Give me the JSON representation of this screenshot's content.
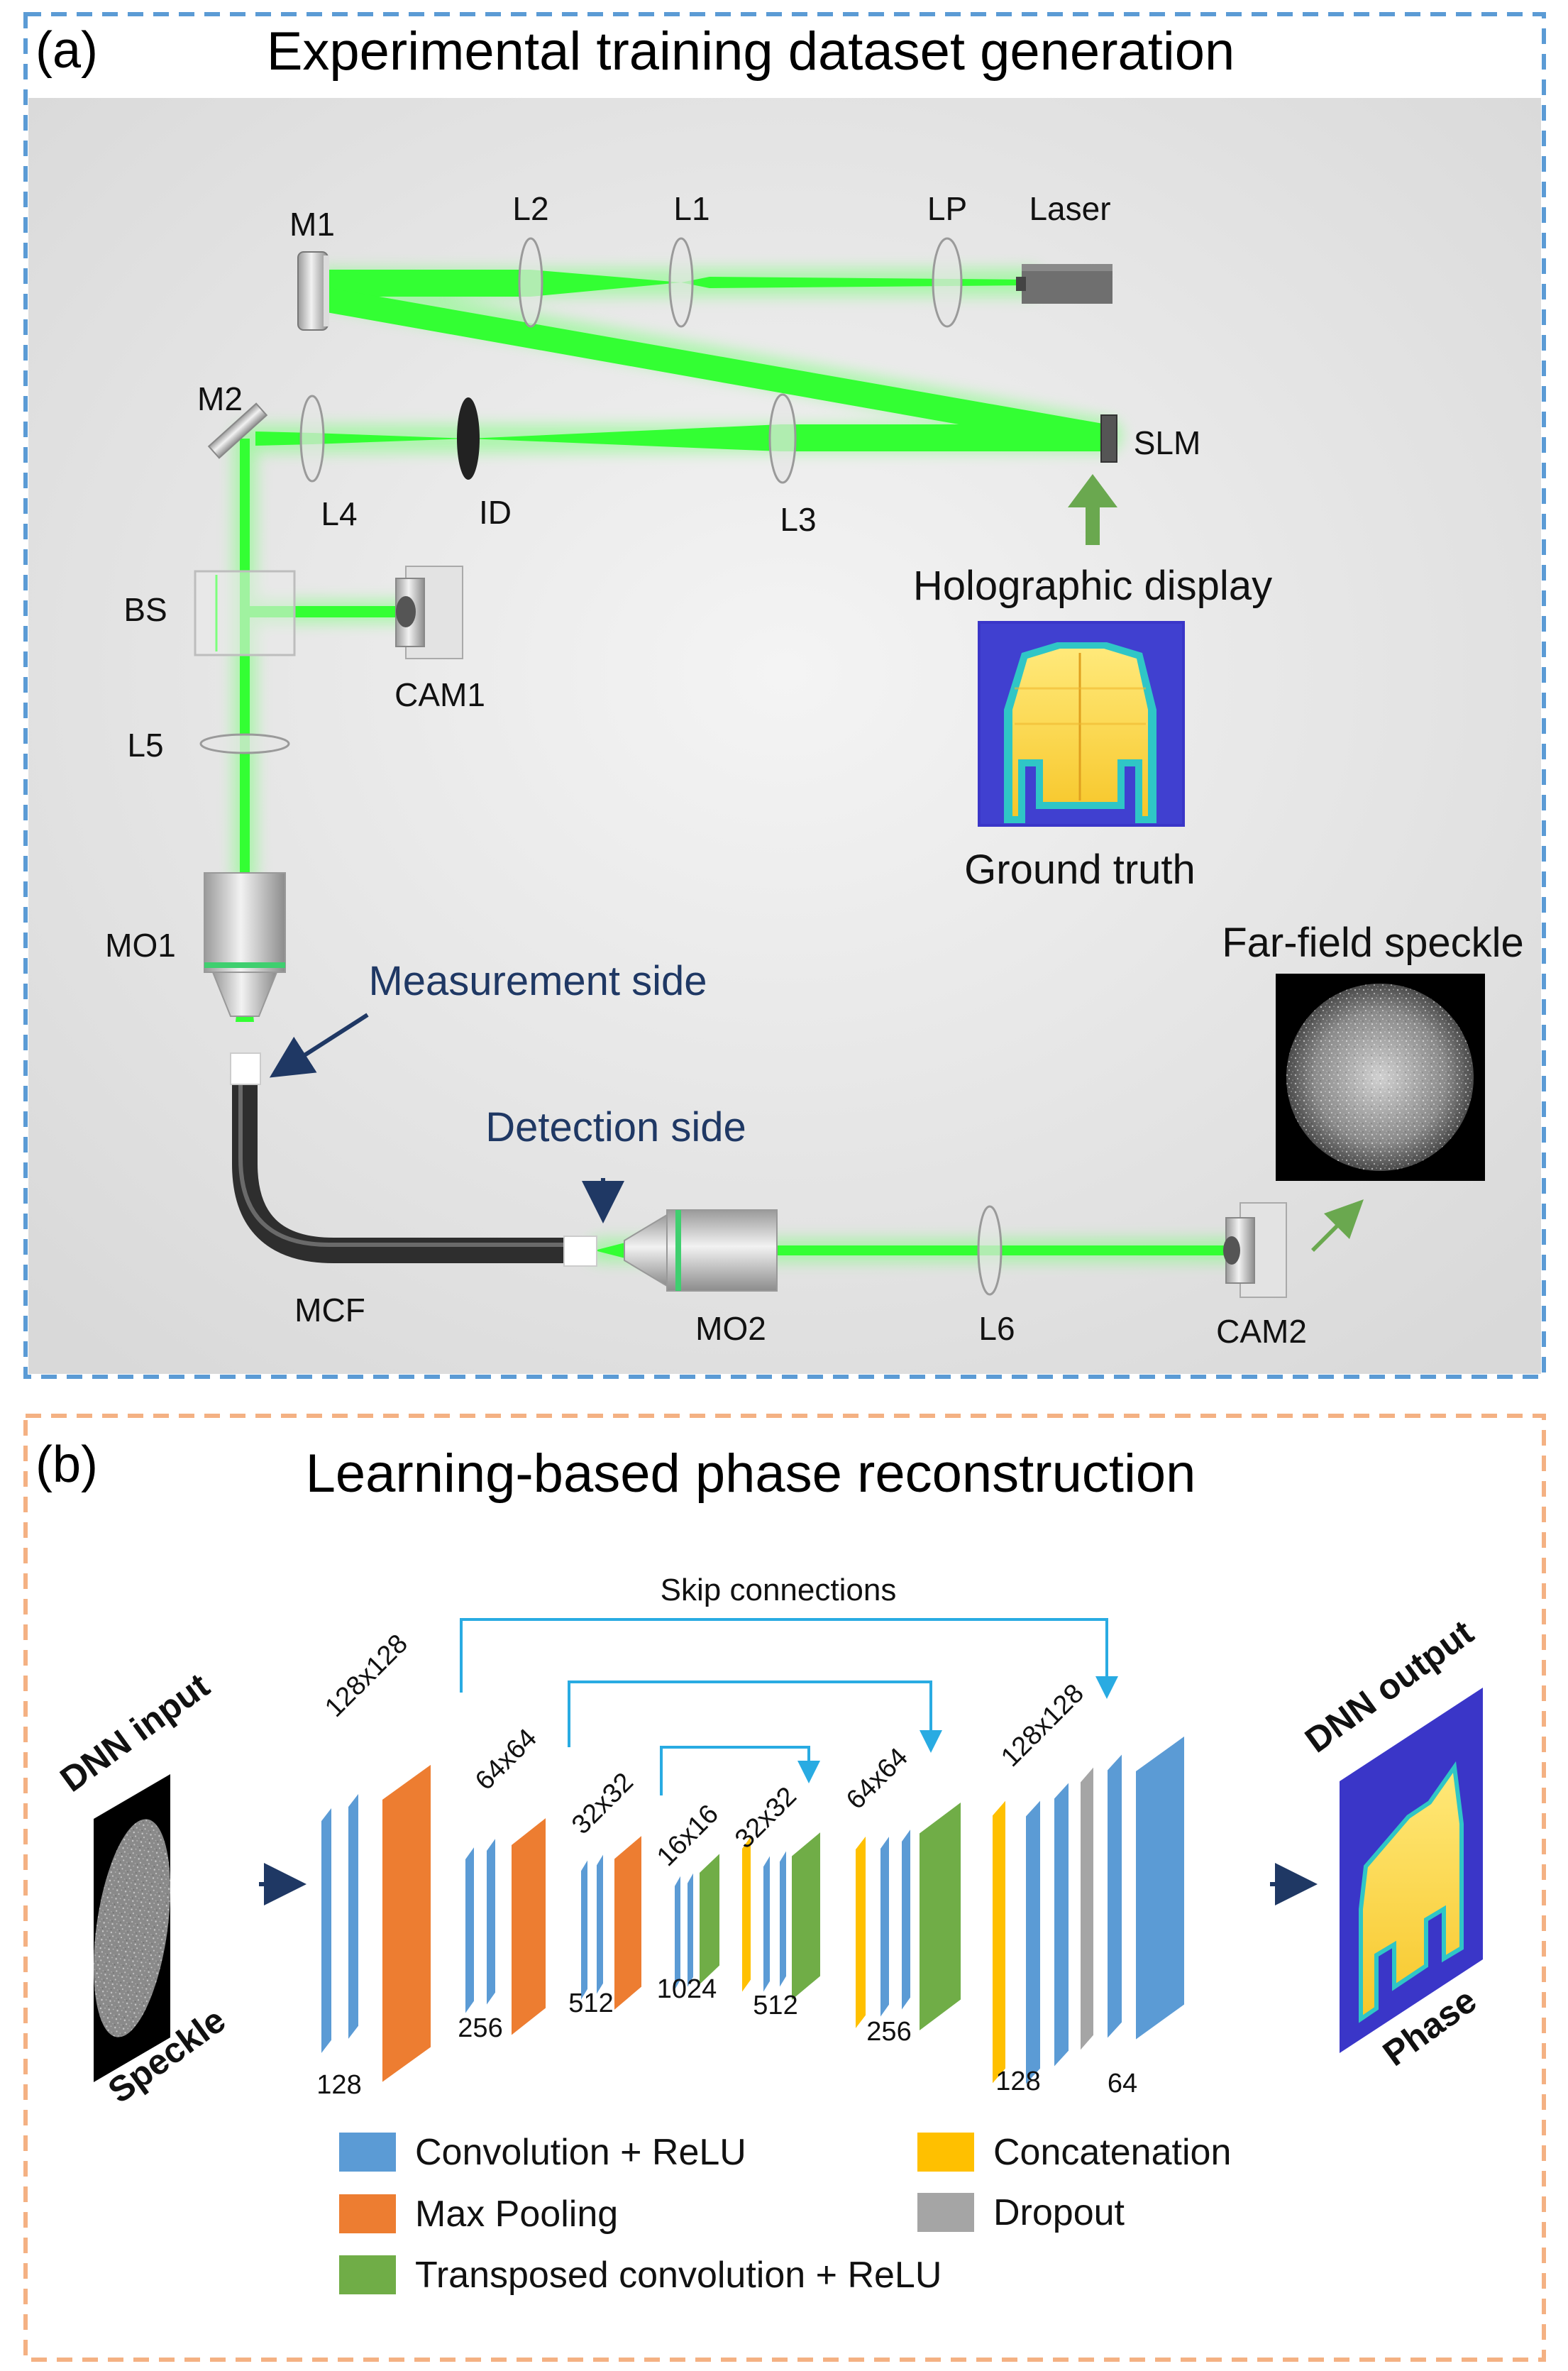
{
  "panel_a": {
    "label": "(a)",
    "title": "Experimental training dataset generation",
    "components": {
      "m1": "M1",
      "l2": "L2",
      "l1": "L1",
      "lp": "LP",
      "laser": "Laser",
      "m2": "M2",
      "l4": "L4",
      "id": "ID",
      "l3": "L3",
      "slm": "SLM",
      "bs": "BS",
      "cam1": "CAM1",
      "l5": "L5",
      "mo1": "MO1",
      "mcf": "MCF",
      "mo2": "MO2",
      "l6": "L6",
      "cam2": "CAM2"
    },
    "annotations": {
      "holographic_display": "Holographic display",
      "ground_truth": "Ground truth",
      "far_field_speckle": "Far-field speckle",
      "measurement_side": "Measurement side",
      "detection_side": "Detection side"
    },
    "colors": {
      "beam": "#33ff33",
      "border": "#5b9bd5",
      "annotation": "#1f3864",
      "arrow": "#6aa84f"
    }
  },
  "panel_b": {
    "label": "(b)",
    "title": "Learning-based phase reconstruction",
    "skip_label": "Skip connections",
    "input": {
      "top": "DNN input",
      "bottom": "Speckle"
    },
    "output": {
      "top": "DNN output",
      "bottom": "Phase"
    },
    "size_labels": [
      "128x128",
      "64x64",
      "32x32",
      "16x16",
      "32x32",
      "64x64",
      "128x128"
    ],
    "channel_labels": [
      "128",
      "256",
      "512",
      "1024",
      "512",
      "256",
      "128",
      "64"
    ],
    "legend": [
      {
        "label": "Convolution + ReLU",
        "color": "#5b9bd5"
      },
      {
        "label": "Max Pooling",
        "color": "#ed7d31"
      },
      {
        "label": "Transposed convolution + ReLU",
        "color": "#70ad47"
      },
      {
        "label": "Concatenation",
        "color": "#ffc000"
      },
      {
        "label": "Dropout",
        "color": "#a5a5a5"
      }
    ],
    "colors": {
      "border": "#f4b183",
      "skip": "#29abe2",
      "arrow": "#1f3864"
    }
  }
}
